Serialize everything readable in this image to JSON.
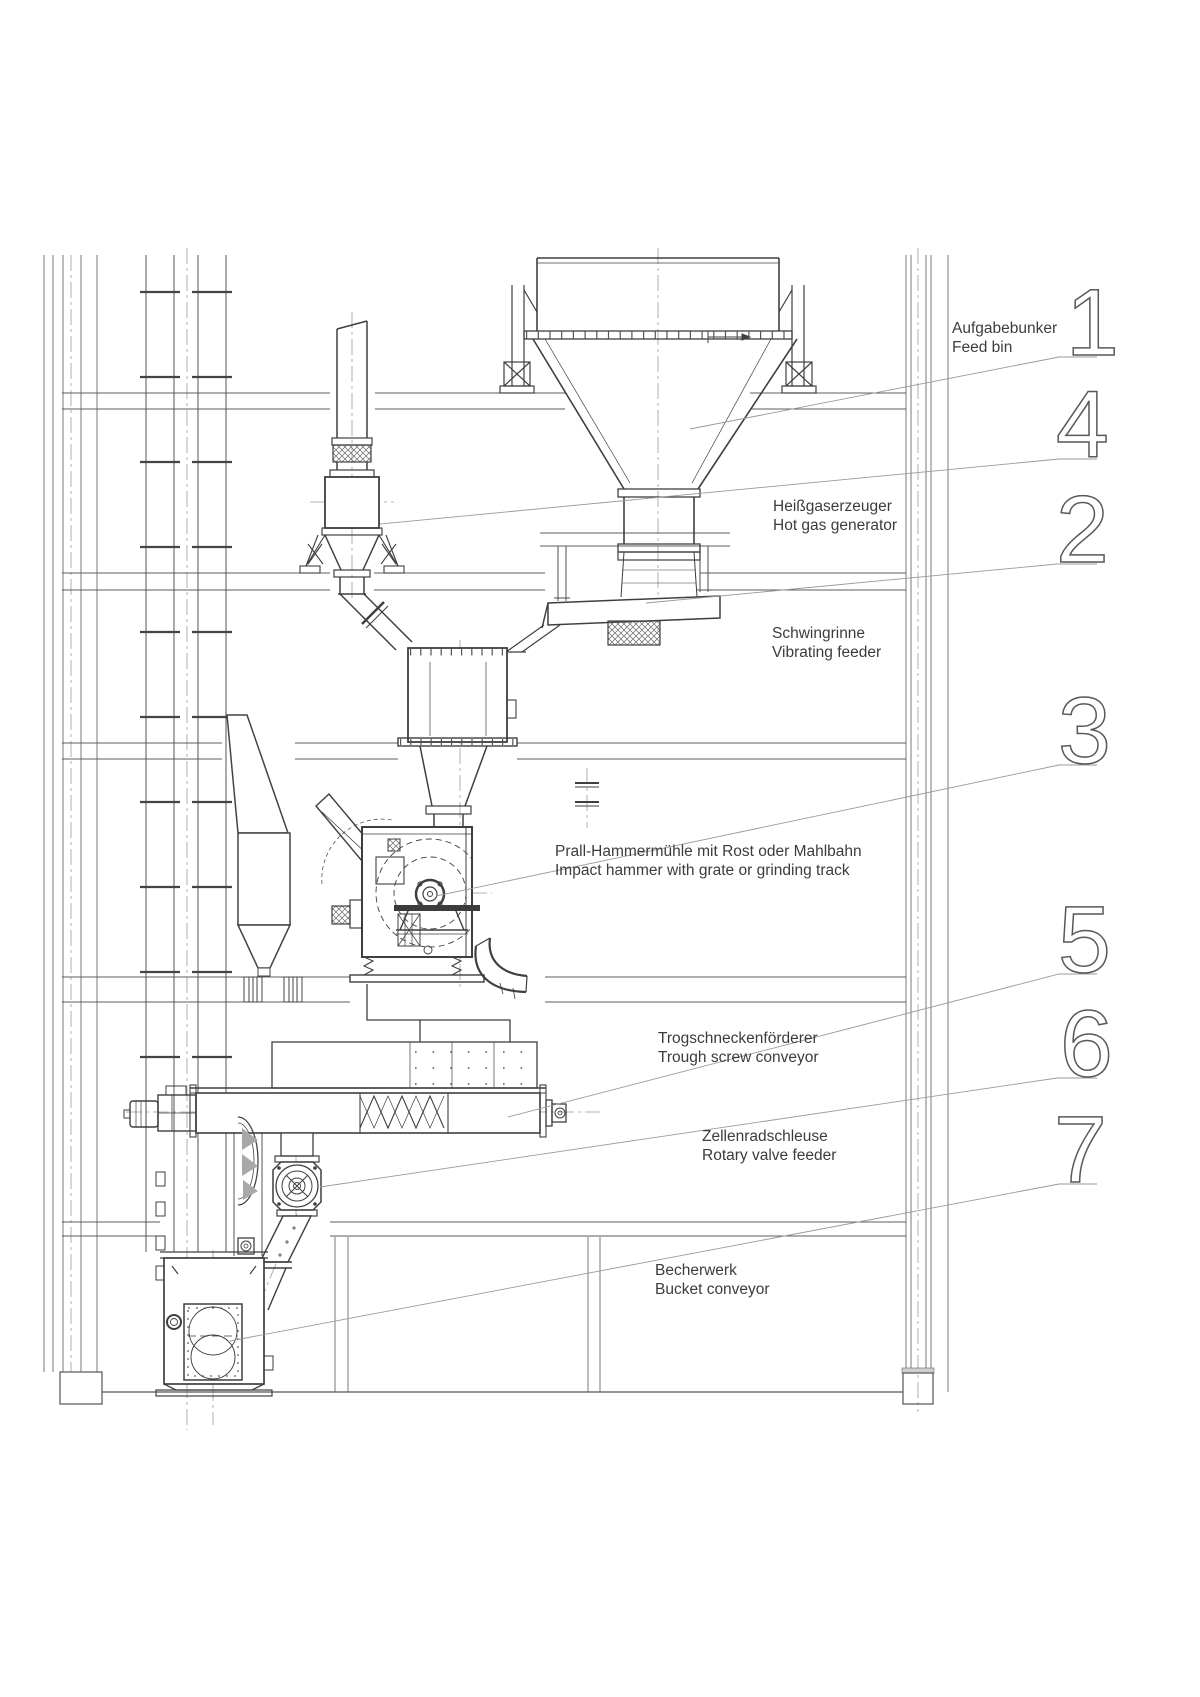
{
  "drawing": {
    "type": "technical-elevation",
    "callouts": [
      {
        "number": "1",
        "de": "Aufgabebunker",
        "en": "Feed bin"
      },
      {
        "number": "2",
        "de": "Schwingrinne",
        "en": "Vibrating feeder"
      },
      {
        "number": "3",
        "de": "Prall-Hammermühle mit Rost oder Mahlbahn",
        "en": "Impact hammer with grate or grinding track"
      },
      {
        "number": "4",
        "de": "Heißgaserzeuger",
        "en": "Hot gas generator"
      },
      {
        "number": "5",
        "de": "Trogschneckenförderer",
        "en": "Trough screw conveyor"
      },
      {
        "number": "6",
        "de": "Zellenradschleuse",
        "en": "Rotary valve feeder"
      },
      {
        "number": "7",
        "de": "Becherwerk",
        "en": "Bucket conveyor"
      }
    ],
    "colors": {
      "line": "#3a3a3a",
      "medium": "#555555",
      "thin": "#777777",
      "centerline": "#999999",
      "leader": "#9a9a9a",
      "text": "#3c3c3c",
      "number": "#585858",
      "background": "#ffffff"
    }
  }
}
